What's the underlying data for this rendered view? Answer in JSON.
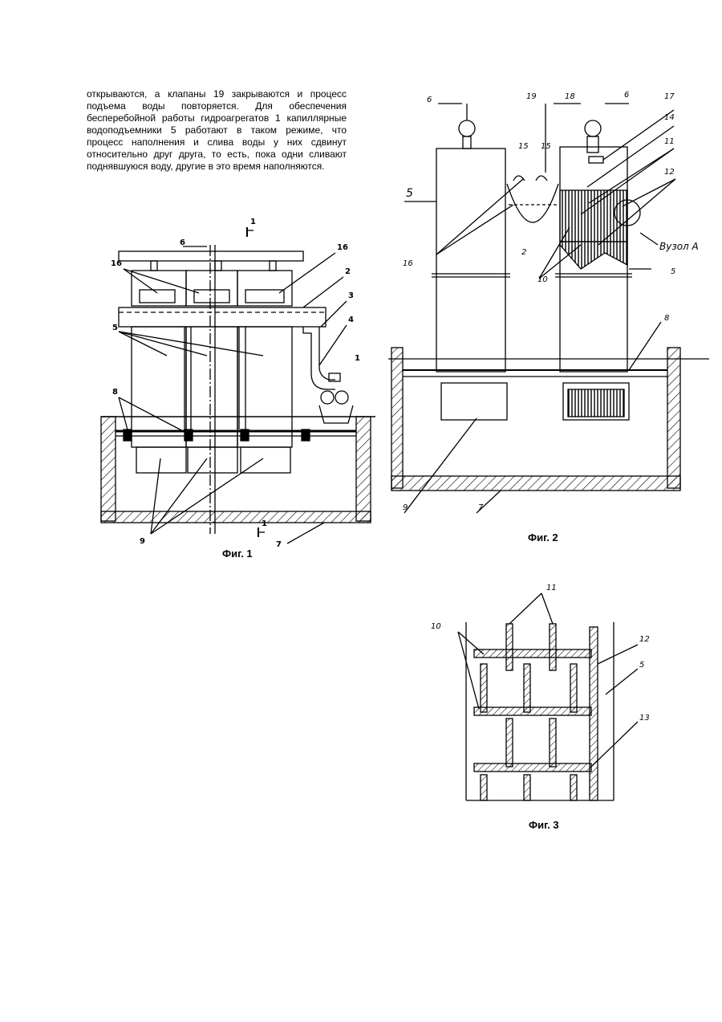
{
  "text": {
    "paragraph": "открываются, а клапаны 19 закрываются и процесс подъема воды повторяется. Для обеспечения бесперебойной работы гидроагрегатов 1 капиллярные водоподъемники 5 работают в таком режиме, что процесс наполнения и слива воды у них сдвинут относительно друг друга, то есть, пока одни сливают поднявшуюся воду, другие в это время наполняются."
  },
  "figures": [
    {
      "caption": "Фиг. 1",
      "labels": {
        "l6": "6",
        "l16a": "16",
        "l16b": "16",
        "l2": "2",
        "l3": "3",
        "l4": "4",
        "l1a": "1",
        "l1b": "1",
        "l1c": "1",
        "l5": "5",
        "l8": "8",
        "l9": "9",
        "l7": "7"
      }
    },
    {
      "caption": "Фиг. 2",
      "labels": {
        "l6a": "6",
        "l6b": "6",
        "l19": "19",
        "l18": "18",
        "l17": "17",
        "l14": "14",
        "l15a": "15",
        "l15b": "15",
        "l11": "11",
        "l12": "12",
        "l5a": "5",
        "l16": "16",
        "l2": "2",
        "l10": "10",
        "uzol": "Вузол А",
        "l5b": "5",
        "l8": "8",
        "l9": "9",
        "l7": "7"
      }
    },
    {
      "caption": "Фиг. 3",
      "labels": {
        "l11": "11",
        "l10": "10",
        "l12": "12",
        "l5": "5",
        "l13": "13"
      }
    }
  ]
}
